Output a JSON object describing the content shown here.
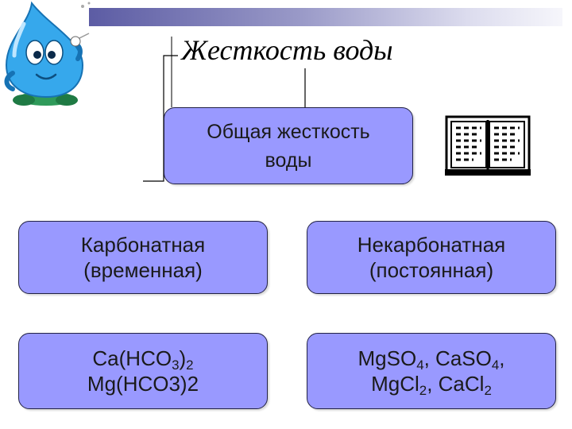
{
  "title": "Жесткость воды",
  "colors": {
    "box_fill": "#9999ff",
    "box_border": "#222244",
    "bar_dark": "#5c5ca4"
  },
  "icons": {
    "mascot": "water-drop-mascot",
    "book": "open-book-icon"
  },
  "top_box": {
    "line1": "Общая жесткость",
    "line2": "воды"
  },
  "carbonate": {
    "line1": "Карбонатная",
    "line2": "(временная)"
  },
  "noncarbonate": {
    "line1": "Некарбонатная",
    "line2": "(постоянная)"
  },
  "carbonate_formulas": {
    "f1": {
      "a": "Ca(HCO",
      "s1": "3",
      "b": ")",
      "s2": "2"
    },
    "f2": "Mg(HCO3)2"
  },
  "noncarbonate_formulas": {
    "f1": {
      "a": "MgSO",
      "s1": "4",
      "b": ", CaSO",
      "s2": "4",
      "c": ","
    },
    "f2": {
      "a": "MgCl",
      "s1": "2",
      "b": ", CaCl",
      "s2": "2"
    }
  }
}
